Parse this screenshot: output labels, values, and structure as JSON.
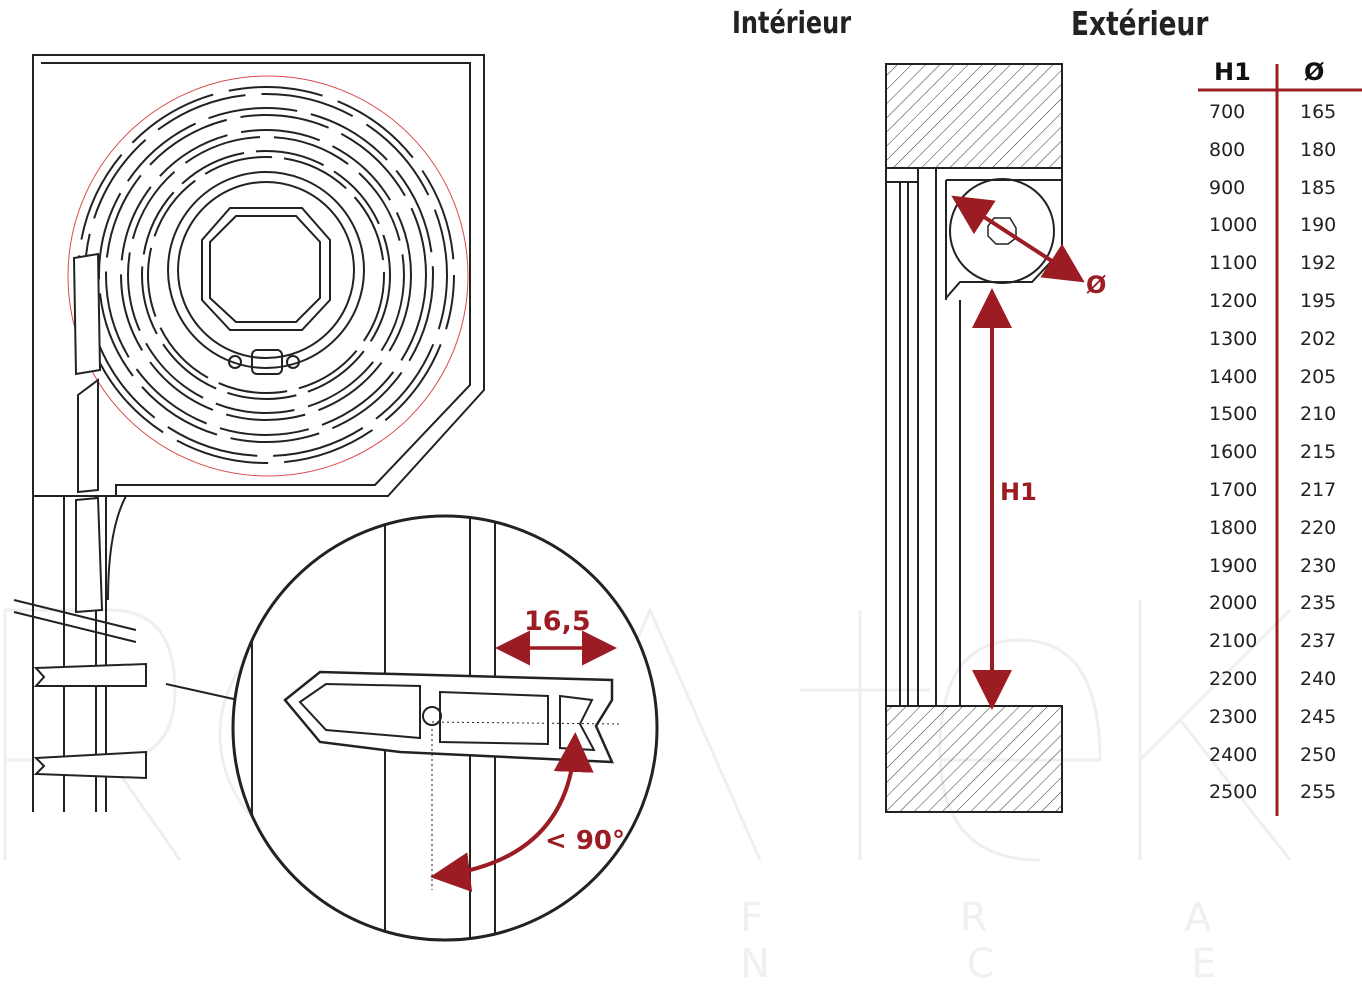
{
  "labels": {
    "interior": "Intérieur",
    "exterior": "Extérieur",
    "slat_width": "16,5",
    "angle": "< 90°",
    "height": "H1",
    "diameter": "Ø"
  },
  "watermark": {
    "sub": "F R A N C E"
  },
  "table": {
    "headers": {
      "h1": "H1",
      "diameter": "Ø"
    },
    "rows": [
      {
        "h1": "700",
        "d": "165"
      },
      {
        "h1": "800",
        "d": "180"
      },
      {
        "h1": "900",
        "d": "185"
      },
      {
        "h1": "1000",
        "d": "190"
      },
      {
        "h1": "1100",
        "d": "192"
      },
      {
        "h1": "1200",
        "d": "195"
      },
      {
        "h1": "1300",
        "d": "202"
      },
      {
        "h1": "1400",
        "d": "205"
      },
      {
        "h1": "1500",
        "d": "210"
      },
      {
        "h1": "1600",
        "d": "215"
      },
      {
        "h1": "1700",
        "d": "217"
      },
      {
        "h1": "1800",
        "d": "220"
      },
      {
        "h1": "1900",
        "d": "230"
      },
      {
        "h1": "2000",
        "d": "235"
      },
      {
        "h1": "2100",
        "d": "237"
      },
      {
        "h1": "2200",
        "d": "240"
      },
      {
        "h1": "2300",
        "d": "245"
      },
      {
        "h1": "2400",
        "d": "250"
      },
      {
        "h1": "2500",
        "d": "255"
      }
    ]
  },
  "colors": {
    "accent": "#9b1c22",
    "line": "#222222",
    "guide": "#d94a4a"
  }
}
